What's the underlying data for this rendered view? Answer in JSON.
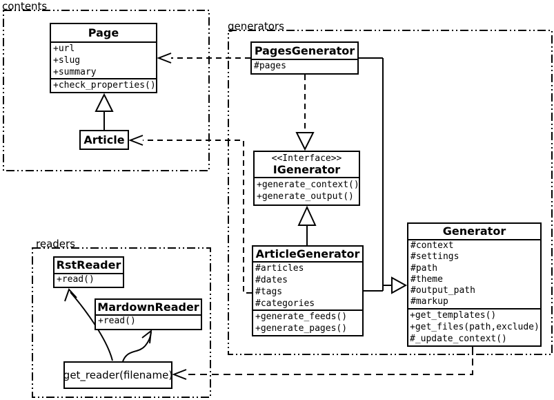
{
  "packages": {
    "contents": {
      "label": "contents"
    },
    "generators": {
      "label": "generators"
    },
    "readers": {
      "label": "readers"
    }
  },
  "classes": {
    "page": {
      "name": "Page",
      "attributes": [
        "+url",
        "+slug",
        "+summary"
      ],
      "methods": [
        "+check_properties()"
      ]
    },
    "article": {
      "name": "Article"
    },
    "pages_generator": {
      "name": "PagesGenerator",
      "attributes": [
        "#pages"
      ]
    },
    "igenerator": {
      "stereotype": "<<Interface>>",
      "name": "IGenerator",
      "methods": [
        "+generate_context()",
        "+generate_output()"
      ]
    },
    "article_generator": {
      "name": "ArticleGenerator",
      "attributes": [
        "#articles",
        "#dates",
        "#tags",
        "#categories"
      ],
      "methods": [
        "+generate_feeds()",
        "+generate_pages()"
      ]
    },
    "generator": {
      "name": "Generator",
      "attributes": [
        "#context",
        "#settings",
        "#path",
        "#theme",
        "#output_path",
        "#markup"
      ],
      "methods": [
        "+get_templates()",
        "+get_files(path,exclude)",
        "#_update_context()"
      ]
    },
    "rst_reader": {
      "name": "RstReader",
      "methods": [
        "+read()"
      ]
    },
    "mardown_reader": {
      "name": "MardownReader",
      "methods": [
        "+read()"
      ]
    },
    "get_reader": {
      "label": "get_reader(filename)"
    }
  },
  "relationships": [
    {
      "from": "Article",
      "to": "Page",
      "type": "inheritance"
    },
    {
      "from": "PagesGenerator",
      "to": "IGenerator",
      "type": "realization"
    },
    {
      "from": "ArticleGenerator",
      "to": "IGenerator",
      "type": "inheritance"
    },
    {
      "from": "PagesGenerator",
      "to": "Generator",
      "type": "inheritance"
    },
    {
      "from": "ArticleGenerator",
      "to": "Generator",
      "type": "inheritance"
    },
    {
      "from": "PagesGenerator",
      "to": "Page",
      "type": "dependency"
    },
    {
      "from": "ArticleGenerator",
      "to": "Article",
      "type": "dependency"
    },
    {
      "from": "Generator",
      "to": "get_reader(filename)",
      "type": "dependency"
    },
    {
      "from": "get_reader(filename)",
      "to": "RstReader",
      "type": "call"
    },
    {
      "from": "get_reader(filename)",
      "to": "MardownReader",
      "type": "call"
    }
  ],
  "colors": {
    "stroke": "#000000",
    "background": "#ffffff",
    "box_fill": "#ffffff"
  }
}
